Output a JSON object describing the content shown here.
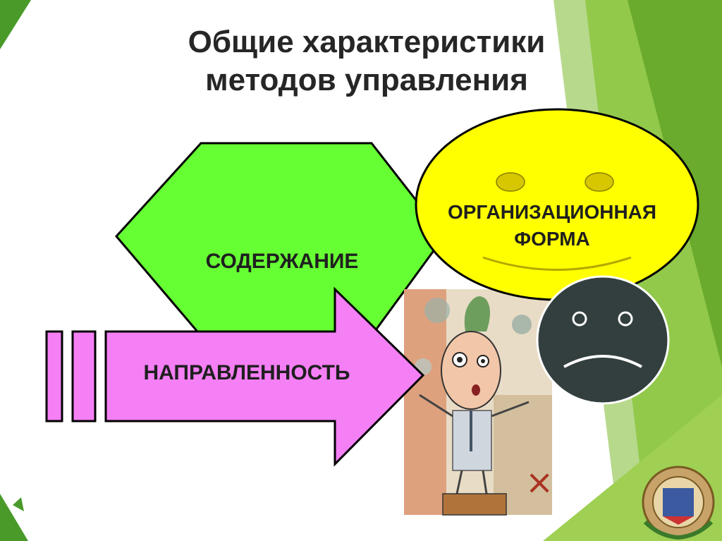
{
  "slide": {
    "title_line1": "Общие характеристики",
    "title_line2": "методов управления"
  },
  "shapes": {
    "hexagon_label": "СОДЕРЖАНИЕ",
    "arrow_label": "НАПРАВЛЕННОСТЬ",
    "smiley_label_line1": "ОРГАНИЗАЦИОННАЯ",
    "smiley_label_line2": "ФОРМА"
  },
  "colors": {
    "hexagon_fill": "#66ff33",
    "arrow_fill": "#f57ff5",
    "smiley_fill": "#ffff00",
    "sad_face_fill": "#333f3f",
    "accent_green": "#8cc63f",
    "dark_green": "#3e8a26"
  },
  "icons": [
    "happy-face-icon",
    "sad-face-icon",
    "stressed-man-illustration",
    "university-emblem-logo"
  ]
}
